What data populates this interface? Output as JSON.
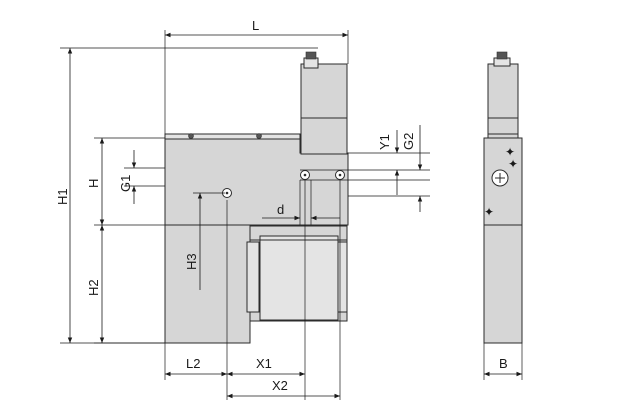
{
  "dimensions": {
    "L": "L",
    "H1": "H1",
    "H": "H",
    "G1": "G1",
    "H2": "H2",
    "H3": "H3",
    "Y1": "Y1",
    "G2": "G2",
    "d": "d",
    "L2": "L2",
    "X1": "X1",
    "X2": "X2",
    "B": "B"
  },
  "colors": {
    "body": "#d6d6d6",
    "line": "#2b2b2b",
    "background": "#ffffff"
  }
}
